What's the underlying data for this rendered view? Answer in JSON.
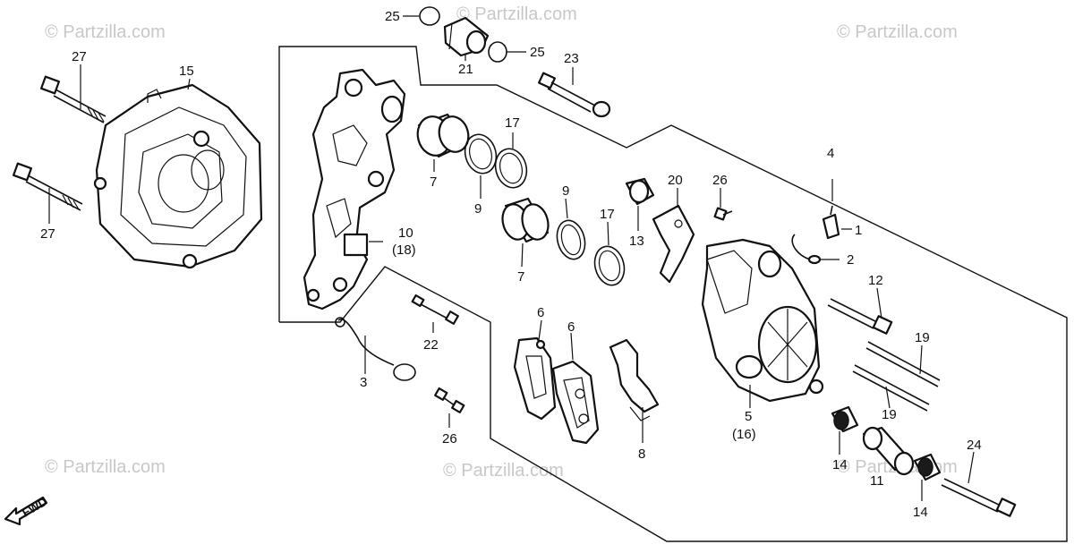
{
  "watermark": "© Partzilla.com",
  "fwd_label": "FWD",
  "callouts": {
    "c1": "1",
    "c2": "2",
    "c3": "3",
    "c4": "4",
    "c5": "5",
    "c5_alt": "(16)",
    "c6a": "6",
    "c6b": "6",
    "c7a": "7",
    "c7b": "7",
    "c8": "8",
    "c9a": "9",
    "c9b": "9",
    "c10": "10",
    "c10_alt": "(18)",
    "c11": "11",
    "c12": "12",
    "c13": "13",
    "c14a": "14",
    "c14b": "14",
    "c15": "15",
    "c17a": "17",
    "c17b": "17",
    "c19a": "19",
    "c19b": "19",
    "c20": "20",
    "c21": "21",
    "c22": "22",
    "c23": "23",
    "c24": "24",
    "c25a": "25",
    "c25b": "25",
    "c26a": "26",
    "c26b": "26",
    "c27a": "27",
    "c27b": "27"
  }
}
